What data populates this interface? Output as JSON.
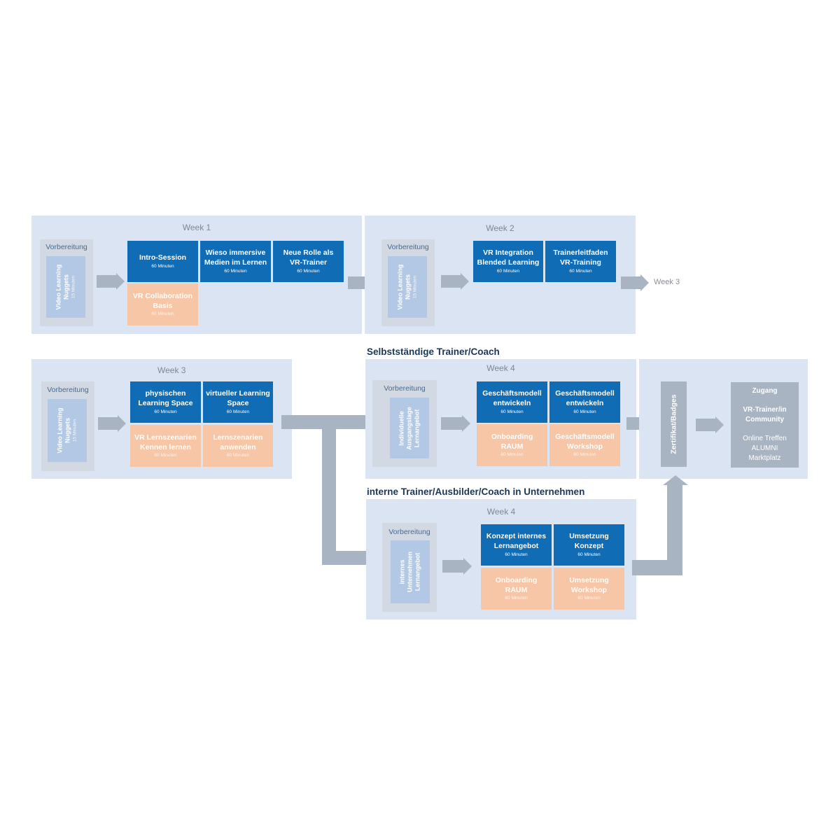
{
  "week1": {
    "title": "Week 1",
    "prep_label": "Vorbereitung",
    "prep_title": "Video Learning Nuggets",
    "prep_duration": "15 Minuten",
    "sessions": [
      {
        "title": "Intro-Session",
        "duration": "60 Minuten"
      },
      {
        "title": "Wieso immersive Medien im Lernen",
        "duration": "60 Minuten"
      },
      {
        "title": "Neue Rolle als VR-Trainer",
        "duration": "60 Minuten"
      }
    ],
    "workshops": [
      {
        "title": "VR Collaboration Basis",
        "duration": "60 Minuten"
      }
    ]
  },
  "week2": {
    "title": "Week 2",
    "prep_label": "Vorbereitung",
    "prep_title": "Video Learning Nuggets",
    "prep_duration": "15 Minuten",
    "sessions": [
      {
        "title": "VR Integration Blended Learning",
        "duration": "60 Minuten"
      },
      {
        "title": "Trainerleitfaden VR-Training",
        "duration": "60 Minuten"
      }
    ],
    "next_label": "Week 3"
  },
  "week3": {
    "title": "Week 3",
    "prep_label": "Vorbereitung",
    "prep_title": "Video Learning Nuggets",
    "prep_duration": "15 Minuten",
    "sessions": [
      {
        "title": "physischen Learning Space",
        "duration": "60 Minuten"
      },
      {
        "title": "virtueller Learning Space",
        "duration": "60 Minuten"
      }
    ],
    "workshops": [
      {
        "title": "VR Lernszenarien Kennen lernen",
        "duration": "60 Minuten"
      },
      {
        "title": "Lernszenarien anwenden",
        "duration": "60 Minuten"
      }
    ]
  },
  "track_a": {
    "heading": "Selbstständige Trainer/Coach",
    "title": "Week 4",
    "prep_label": "Vorbereitung",
    "prep_title": "Individuelle Ausgangslage Lernangebot",
    "sessions": [
      {
        "title": "Geschäftsmodell entwickeln",
        "duration": "60 Minuten"
      },
      {
        "title": "Geschäftsmodell entwickeln",
        "duration": "60 Minuten"
      }
    ],
    "workshops": [
      {
        "title": "Onboarding RAUM",
        "duration": "60 Minuten"
      },
      {
        "title": "Geschäftsmodell Workshop",
        "duration": "60 Minuten"
      }
    ]
  },
  "track_b": {
    "heading": "interne Trainer/Ausbilder/Coach in Unternehmen",
    "title": "Week 4",
    "prep_label": "Vorbereitung",
    "prep_title": "internes Unternehmen Lernangebot",
    "sessions": [
      {
        "title": "Konzept internes Lernangebot",
        "duration": "60 Minuten"
      },
      {
        "title": "Umsetzung Konzept",
        "duration": "60 Minuten"
      }
    ],
    "workshops": [
      {
        "title": "Onboarding RAUM",
        "duration": "60 Minuten"
      },
      {
        "title": "Umsetzung Workshop",
        "duration": "60 Minuten"
      }
    ]
  },
  "final": {
    "certificate": "Zertifikat/Badges",
    "access_title": "Zugang",
    "community": "VR-Trainer/in Community",
    "items": [
      "Online Treffen",
      "ALUMNI",
      "Marktplatz"
    ]
  },
  "colors": {
    "panel": "#dae4f2",
    "session": "#0f6cb5",
    "workshop": "#f7c6a6",
    "prep": "#b3c8e4",
    "connector": "#a9b4c2",
    "heading": "#1c3658"
  }
}
